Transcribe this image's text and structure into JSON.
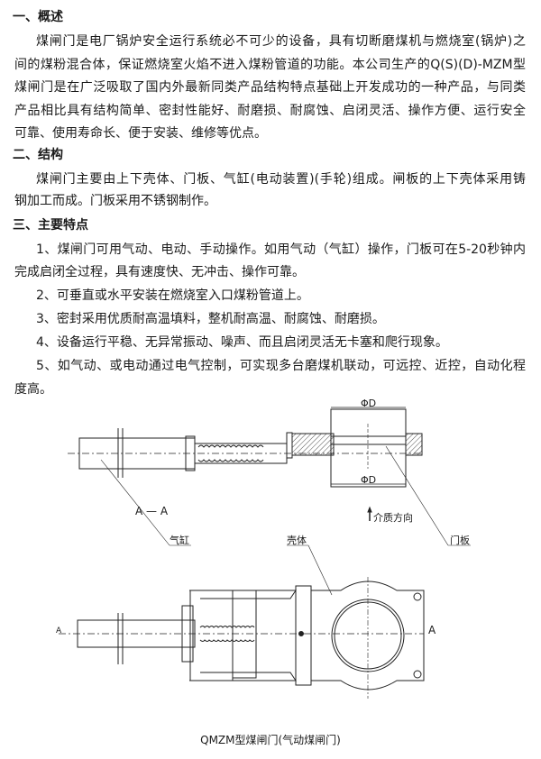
{
  "sections": [
    {
      "heading": "一、概述",
      "lines": [
        "煤闸门是电厂锅炉安全运行系统必不可少的设备，具有切断磨煤机与燃烧室(锅炉)之",
        "间的煤粉混合体，保证燃烧室火焰不进入煤粉管道的功能。本公司生产的Q(S)(D)-MZM型",
        "煤闸门是在广泛吸取了国内外最新同类产品结构特点基础上开发成功的一种产品，与同类",
        "产品相比具有结构简单、密封性能好、耐磨损、耐腐蚀、启闭灵活、操作方便、运行安全",
        "可靠、使用寿命长、便于安装、维修等优点。"
      ]
    },
    {
      "heading": "二、结构",
      "lines": [
        "煤闸门主要由上下壳体、门板、气缸(电动装置)(手轮)组成。闸板的上下壳体采用铸",
        "钢加工而成。门板采用不锈钢制作。"
      ]
    },
    {
      "heading": "三、主要特点",
      "lines": [
        "1、煤闸门可用气动、电动、手动操作。如用气动（气缸）操作，门板可在5-20秒钟内",
        "完成启闭全过程，具有速度快、无冲击、操作可靠。",
        "2、可垂直或水平安装在燃烧室入口煤粉管道上。",
        "3、密封采用优质耐高温填料，整机耐高温、耐腐蚀、耐磨损。",
        "4、设备运行平稳、无异常振动、噪声、而且启闭灵活无卡塞和爬行现象。",
        "5、如气动、或电动通过电气控制，可实现多台磨煤机联动，可远控、近控，自动化程",
        "度高。"
      ]
    }
  ],
  "drawing": {
    "diameter_top": "ΦD",
    "diameter_bottom": "ΦD",
    "section_label": "A — A",
    "flow_direction": "介质方向",
    "label_cylinder": "气缸",
    "label_shell": "壳体",
    "label_gate": "门板",
    "marker_left": "A",
    "marker_right": "A",
    "caption": "QMZM型煤闸门(气动煤闸门)"
  }
}
